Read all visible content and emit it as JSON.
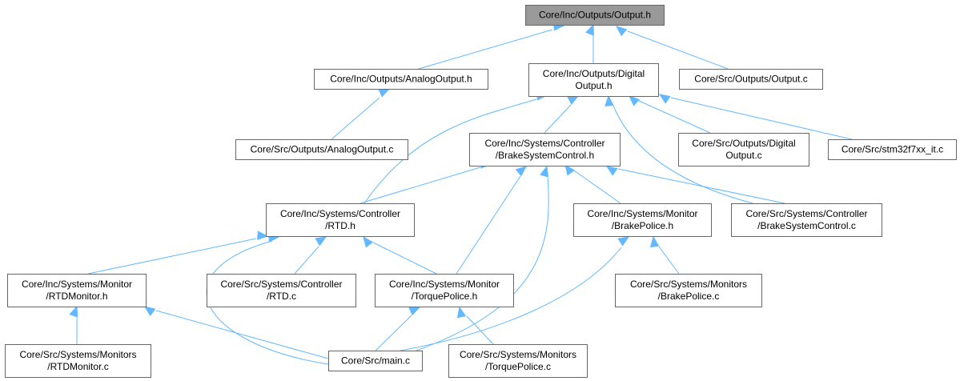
{
  "graph": {
    "nodes": [
      {
        "id": "output_h",
        "lines": [
          "Core/Inc/Outputs/Output.h"
        ],
        "highlighted": true
      },
      {
        "id": "analogoutput_h",
        "lines": [
          "Core/Inc/Outputs/AnalogOutput.h"
        ]
      },
      {
        "id": "digitaloutput_h",
        "lines": [
          "Core/Inc/Outputs/Digital",
          "Output.h"
        ]
      },
      {
        "id": "output_c",
        "lines": [
          "Core/Src/Outputs/Output.c"
        ]
      },
      {
        "id": "analogoutput_c",
        "lines": [
          "Core/Src/Outputs/AnalogOutput.c"
        ]
      },
      {
        "id": "brakesystemcontrol_h",
        "lines": [
          "Core/Inc/Systems/Controller",
          "/BrakeSystemControl.h"
        ]
      },
      {
        "id": "digitaloutput_c",
        "lines": [
          "Core/Src/Outputs/Digital",
          "Output.c"
        ]
      },
      {
        "id": "stm32f7xx_it_c",
        "lines": [
          "Core/Src/stm32f7xx_it.c"
        ]
      },
      {
        "id": "rtd_h",
        "lines": [
          "Core/Inc/Systems/Controller",
          "/RTD.h"
        ]
      },
      {
        "id": "brakepolice_h",
        "lines": [
          "Core/Inc/Systems/Monitor",
          "/BrakePolice.h"
        ]
      },
      {
        "id": "brakesystemcontrol_c",
        "lines": [
          "Core/Src/Systems/Controller",
          "/BrakeSystemControl.c"
        ]
      },
      {
        "id": "rtdmonitor_h",
        "lines": [
          "Core/Inc/Systems/Monitor",
          "/RTDMonitor.h"
        ]
      },
      {
        "id": "rtd_c",
        "lines": [
          "Core/Src/Systems/Controller",
          "/RTD.c"
        ]
      },
      {
        "id": "torquepolice_h",
        "lines": [
          "Core/Inc/Systems/Monitor",
          "/TorquePolice.h"
        ]
      },
      {
        "id": "brakepolice_c",
        "lines": [
          "Core/Src/Systems/Monitors",
          "/BrakePolice.c"
        ]
      },
      {
        "id": "rtdmonitor_c",
        "lines": [
          "Core/Src/Systems/Monitors",
          "/RTDMonitor.c"
        ]
      },
      {
        "id": "main_c",
        "lines": [
          "Core/Src/main.c"
        ]
      },
      {
        "id": "torquepolice_c",
        "lines": [
          "Core/Src/Systems/Monitors",
          "/TorquePolice.c"
        ]
      }
    ],
    "edges": [
      {
        "from": "analogoutput_h",
        "to": "output_h"
      },
      {
        "from": "digitaloutput_h",
        "to": "output_h"
      },
      {
        "from": "output_c",
        "to": "output_h"
      },
      {
        "from": "analogoutput_c",
        "to": "analogoutput_h"
      },
      {
        "from": "brakesystemcontrol_h",
        "to": "digitaloutput_h"
      },
      {
        "from": "digitaloutput_c",
        "to": "digitaloutput_h"
      },
      {
        "from": "stm32f7xx_it_c",
        "to": "digitaloutput_h"
      },
      {
        "from": "rtd_h",
        "to": "digitaloutput_h"
      },
      {
        "from": "brakesystemcontrol_c",
        "to": "digitaloutput_h"
      },
      {
        "from": "rtd_h",
        "to": "brakesystemcontrol_h"
      },
      {
        "from": "brakepolice_h",
        "to": "brakesystemcontrol_h"
      },
      {
        "from": "brakesystemcontrol_c",
        "to": "brakesystemcontrol_h"
      },
      {
        "from": "torquepolice_h",
        "to": "brakesystemcontrol_h"
      },
      {
        "from": "main_c",
        "to": "brakesystemcontrol_h"
      },
      {
        "from": "rtdmonitor_h",
        "to": "rtd_h"
      },
      {
        "from": "rtd_c",
        "to": "rtd_h"
      },
      {
        "from": "torquepolice_h",
        "to": "rtd_h"
      },
      {
        "from": "main_c",
        "to": "rtd_h"
      },
      {
        "from": "brakepolice_c",
        "to": "brakepolice_h"
      },
      {
        "from": "main_c",
        "to": "brakepolice_h"
      },
      {
        "from": "rtdmonitor_c",
        "to": "rtdmonitor_h"
      },
      {
        "from": "main_c",
        "to": "rtdmonitor_h"
      },
      {
        "from": "main_c",
        "to": "torquepolice_h"
      },
      {
        "from": "torquepolice_c",
        "to": "torquepolice_h"
      }
    ]
  }
}
